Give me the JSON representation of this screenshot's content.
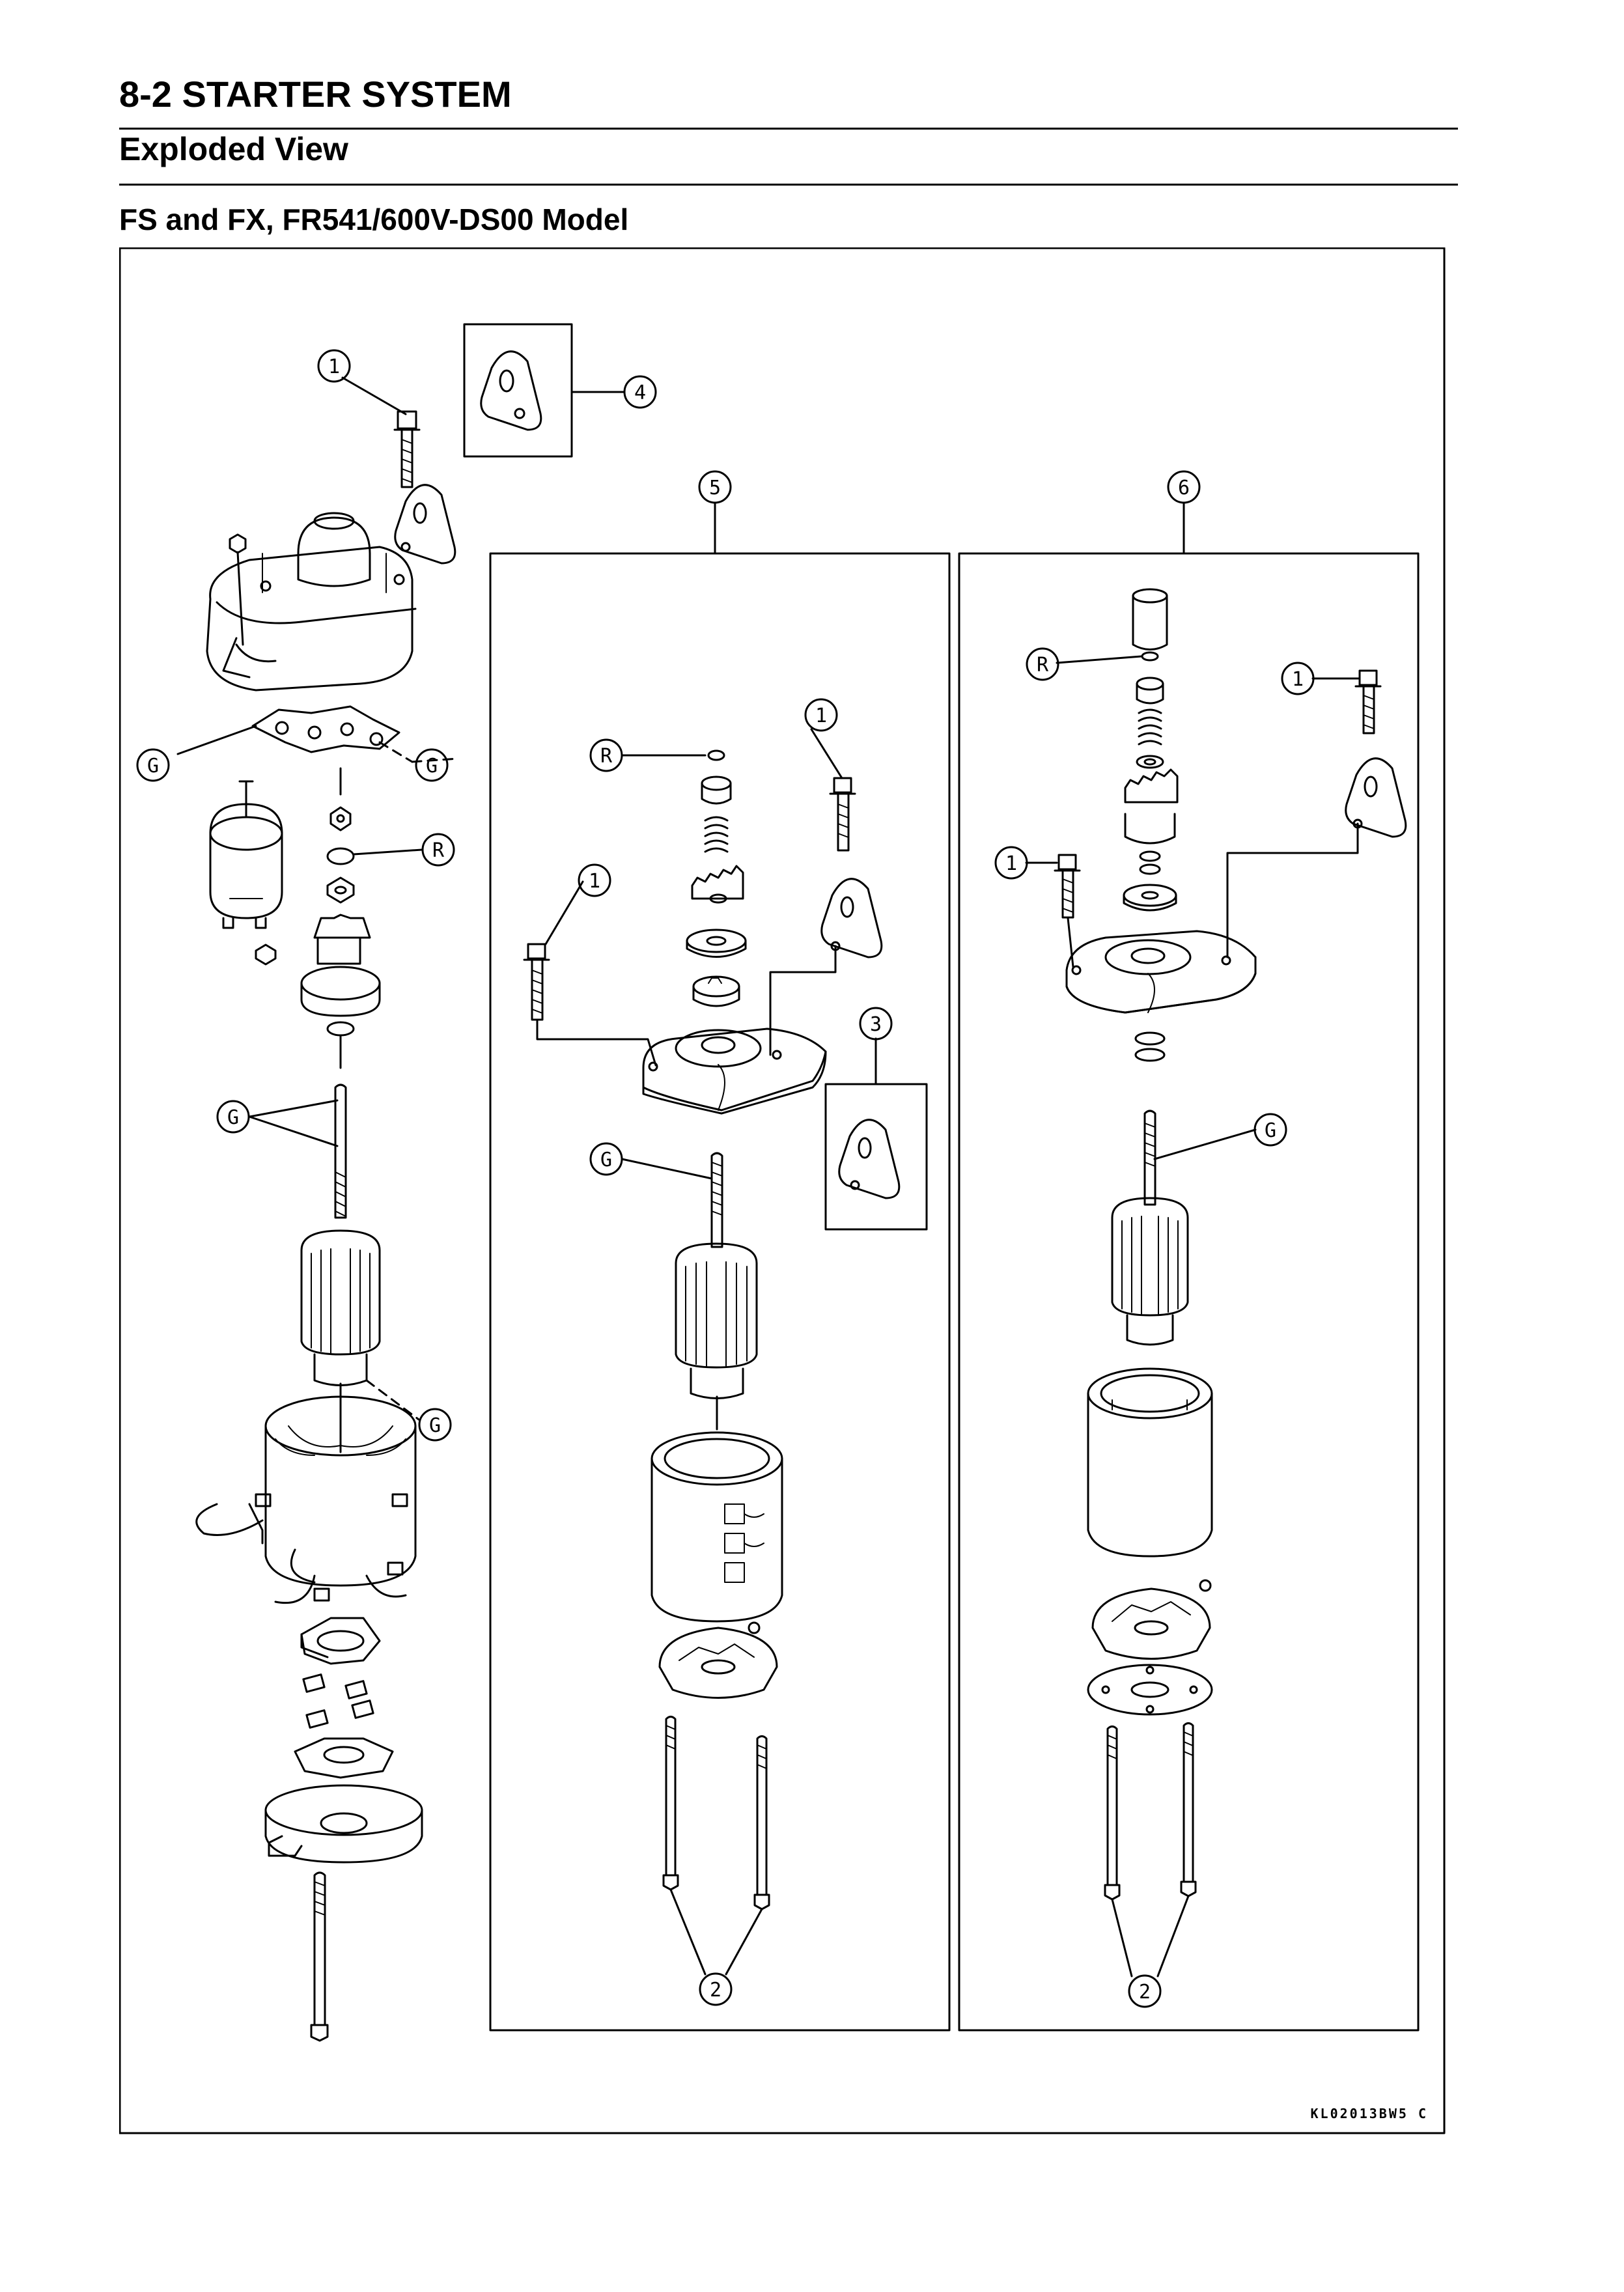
{
  "header": {
    "section_title": "8-2 STARTER SYSTEM",
    "subsection_title": "Exploded View",
    "model_title": "FS and FX, FR541/600V-DS00 Model"
  },
  "diagram": {
    "callouts": {
      "bolt": "1",
      "through_bolts": "2",
      "bracket_a": "3",
      "bracket_b": "4",
      "variant_a": "5",
      "variant_b": "6",
      "grease": "G",
      "replace": "R"
    },
    "figure_code": "KL02013BW5 C"
  }
}
